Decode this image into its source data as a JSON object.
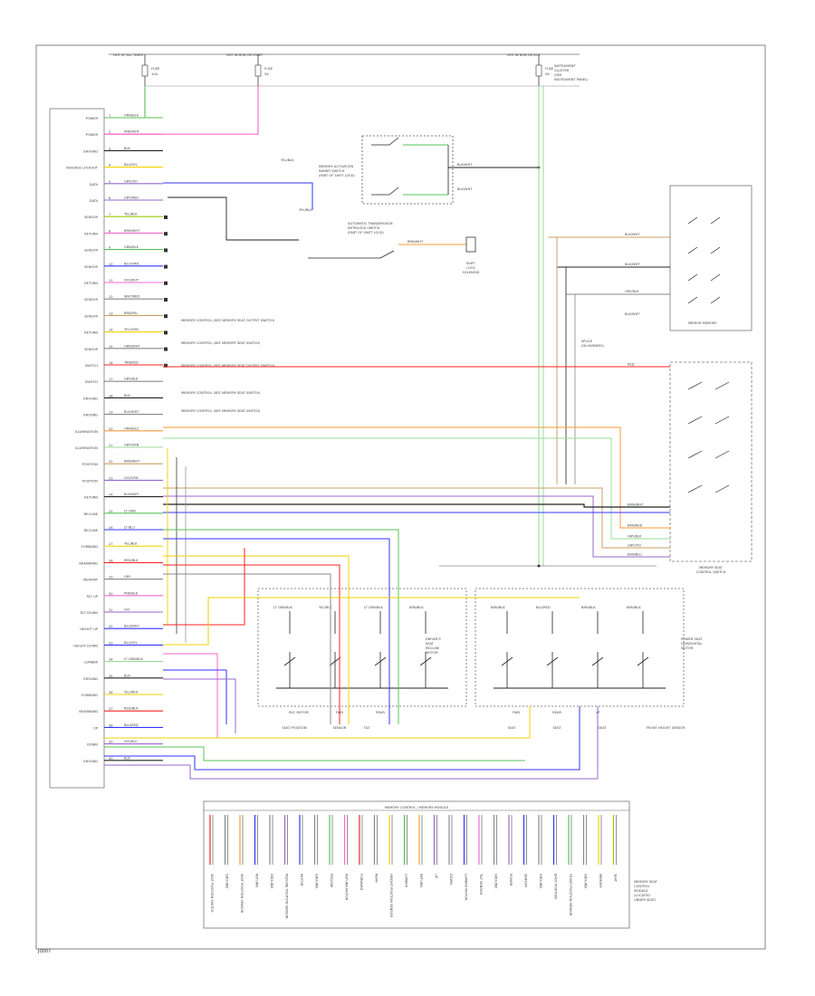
{
  "footer": {
    "code": "J0007"
  },
  "colors": {
    "frame": "#666666",
    "wire_default": "#222222",
    "green": "#55c455",
    "pink": "#ff66cc",
    "yellow": "#f2d200",
    "blue": "#3333ff",
    "red": "#ff2222",
    "orange": "#ff9933",
    "tan": "#c8a060",
    "light_green": "#99dd99",
    "violet": "#9966cc",
    "grey": "#888888",
    "lime": "#99cc00"
  },
  "top_bus": {
    "sources": [
      {
        "label": "HOT AT ALL TIMES"
      },
      {
        "label": "HOT IN RUN OR START"
      },
      {
        "label": "HOT IN RUN OR ACC"
      }
    ],
    "fuse_blocks": [
      {
        "lines": [
          "FUSE",
          "10A"
        ]
      },
      {
        "lines": [
          "FUSE",
          "5A"
        ]
      },
      {
        "lines": [
          "FUSE",
          "5A"
        ]
      }
    ],
    "note_lines": [
      "INSTRUMENT",
      "CLUSTER",
      "(SEE",
      "INSTRUMENT PANEL)"
    ]
  },
  "left_module": {
    "pins": [
      {
        "label": "POWER",
        "wire": "ORN/BLK",
        "color": "green"
      },
      {
        "label": "POWER",
        "wire": "PNK/WHT",
        "color": "pink"
      },
      {
        "label": "GROUND",
        "wire": "BLK",
        "color": "wire_default"
      },
      {
        "label": "REVERSE LOCKOUT",
        "wire": "BLU/YEL",
        "color": "yellow"
      },
      {
        "label": "DATA",
        "wire": "GRY/VIO",
        "color": "violet"
      },
      {
        "label": "DATA",
        "wire": "GRY/RED",
        "color": "violet"
      },
      {
        "label": "SENSOR",
        "wire": "YEL/BLK",
        "color": "lime"
      },
      {
        "label": "RETURN",
        "wire": "BRN/WHT",
        "color": "pink"
      },
      {
        "label": "SENSOR",
        "wire": "GRN/BLK",
        "color": "green"
      },
      {
        "label": "SENSOR",
        "wire": "BLU/ORN",
        "color": "blue"
      },
      {
        "label": "RETURN",
        "wire": "VIO/WHT",
        "color": "pink"
      },
      {
        "label": "SENSOR",
        "wire": "WHT/RED",
        "color": "grey"
      },
      {
        "label": "SENSOR",
        "wire": "BRN/YEL",
        "color": "tan"
      },
      {
        "label": "RETURN",
        "wire": "YEL/GRN",
        "color": "yellow"
      },
      {
        "label": "SENSOR",
        "wire": "GRN/WHT",
        "color": "grey"
      },
      {
        "label": "SWITCH",
        "wire": "TAN/RED",
        "color": "red"
      },
      {
        "label": "SWITCH",
        "wire": "GRY/BLK",
        "color": "grey"
      },
      {
        "label": "GROUND",
        "wire": "BLK",
        "color": "wire_default"
      },
      {
        "label": "GROUND",
        "wire": "BLK/WHT",
        "color": "grey"
      },
      {
        "label": "ILLUMINATION",
        "wire": "ORN/BLU",
        "color": "orange"
      },
      {
        "label": "ILLUMINATION",
        "wire": "GRY/GRN",
        "color": "light_green"
      },
      {
        "label": "POSITION",
        "wire": "BRN/WHT",
        "color": "tan"
      },
      {
        "label": "POSITION",
        "wire": "VIO/ORN",
        "color": "violet"
      },
      {
        "label": "RETURN",
        "wire": "BLK/WHT",
        "color": "wire_default"
      },
      {
        "label": "RECLINE",
        "wire": "LT GRN",
        "color": "green"
      },
      {
        "label": "RECLINE",
        "wire": "LT BLU",
        "color": "blue"
      },
      {
        "label": "FORWARD",
        "wire": "YEL/BLK",
        "color": "yellow"
      },
      {
        "label": "REARWARD",
        "wire": "RED/BLK",
        "color": "red"
      },
      {
        "label": "MEMORY",
        "wire": "GRY",
        "color": "grey"
      },
      {
        "label": "TILT UP",
        "wire": "PNK/BLK",
        "color": "pink"
      },
      {
        "label": "TILT DOWN",
        "wire": "VIO",
        "color": "violet"
      },
      {
        "label": "HEIGHT UP",
        "wire": "BLU/WHT",
        "color": "blue"
      },
      {
        "label": "HEIGHT DOWN",
        "wire": "BLU/YEL",
        "color": "blue"
      },
      {
        "label": "LUMBAR",
        "wire": "LT GRN/BLK",
        "color": "light_green"
      },
      {
        "label": "GROUND",
        "wire": "BLK",
        "color": "wire_default"
      },
      {
        "label": "FORWARD",
        "wire": "YEL/RED",
        "color": "yellow"
      },
      {
        "label": "REARWARD",
        "wire": "RED/BLK",
        "color": "red"
      },
      {
        "label": "UP",
        "wire": "BLU/RED",
        "color": "blue"
      },
      {
        "label": "DOWN",
        "wire": "VIO/BLU",
        "color": "violet"
      },
      {
        "label": "GROUND",
        "wire": "BLK",
        "color": "wire_default"
      }
    ]
  },
  "inhibit_switch": {
    "lines": [
      "MEMORY ACTIVATION",
      "INHIBIT SWITCH",
      "(PART OF SHIFT LOCK)"
    ],
    "wires": [
      "YEL/BLK",
      "BLK/WHT",
      "YEL/BLK",
      "BLK/WHT"
    ]
  },
  "trans_switch": {
    "lines": [
      "AUTOMATIC TRANSMISSION",
      "INTERLOCK SWITCH",
      "(PART OF SHIFT LOCK)"
    ],
    "wire": "BRN/WHT"
  },
  "relay": {
    "lines": [
      "SHIFT",
      "LOCK",
      "SOLENOID"
    ]
  },
  "module_groups": [
    "MEMORY CONTROL (SEE MEMORY SEAT OUTPUT SWITCH)",
    "MEMORY CONTROL (SEE MEMORY SEAT SWITCH)",
    "MEMORY CONTROL (SEE MEMORY SEAT OUTPUT SWITCH)",
    "MEMORY CONTROL (SEE MEMORY SEAT SWITCH)",
    "MEMORY CONTROL (SEE MEMORY SEAT SWITCH)"
  ],
  "right_box_top": {
    "title": "MIRROR MEMORY",
    "wires": [
      "BLK/WHT",
      "BLK/WHT",
      "GRY/BLK",
      "BLK/WHT"
    ]
  },
  "right_box_bottom": {
    "lines": [
      "MEMORY SEAT",
      "CONTROL SWITCH"
    ],
    "wires": [
      "RED",
      "BRN/WHT",
      "BRN/RED",
      "GRY/BLK",
      "GRY/VIO",
      "BRN/BLU"
    ]
  },
  "splice_label": [
    "SPLICE",
    "(IN HARNESS)"
  ],
  "switch_bank_a": {
    "wires": [
      "LT GRN/BLK",
      "YEL/BLK",
      "LT GRN/BLK",
      "BRN/BLK"
    ],
    "lines": [
      "DRIVER'S",
      "SEAT",
      "RECLINE",
      "MOTOR"
    ],
    "bottom": [
      "REC MOTOR",
      "FWD",
      "REAR"
    ]
  },
  "switch_bank_b": {
    "wires": [
      "BRN/BLK",
      "BLU/RED",
      "BRN/BLK",
      "BRN/BLK"
    ],
    "lines": [
      "POWER SEAT",
      "HORIZONTAL",
      "MOTOR"
    ],
    "bottom": [
      "FWD",
      "REAR",
      "UP"
    ]
  },
  "bottom_labels": [
    "SEAT POSITION",
    "SENSOR",
    "TILT",
    "SEAT",
    "SEAT",
    "SEAT",
    "FRONT HEIGHT SENSOR"
  ],
  "grid_header": "MEMORY CONTROL / MEMORY MODULE",
  "grid_cols": [
    {
      "color": "red",
      "text": "SEAT POSITION SWITCH"
    },
    {
      "color": "grey",
      "text": "GROUND"
    },
    {
      "color": "orange",
      "text": "SEAT POSITION SENSOR"
    },
    {
      "color": "blue",
      "text": "RETURN"
    },
    {
      "color": "grey",
      "text": "GROUND"
    },
    {
      "color": "violet",
      "text": "RECLINE POSITION SENSOR"
    },
    {
      "color": "blue",
      "text": "MOTOR"
    },
    {
      "color": "grey",
      "text": "GROUND"
    },
    {
      "color": "green",
      "text": "RECLINE"
    },
    {
      "color": "pink",
      "text": "RETURN MOTOR"
    },
    {
      "color": "red",
      "text": "FORWARD"
    },
    {
      "color": "grey",
      "text": "REAR"
    },
    {
      "color": "yellow",
      "text": "HEIGHT POSITION SENSOR"
    },
    {
      "color": "green",
      "text": "LUMBAR"
    },
    {
      "color": "orange",
      "text": "RETURN"
    },
    {
      "color": "violet",
      "text": "UP"
    },
    {
      "color": "grey",
      "text": "DOWN"
    },
    {
      "color": "blue",
      "text": "LUMBAR MOTOR"
    },
    {
      "color": "pink",
      "text": "TILT SENSOR"
    },
    {
      "color": "grey",
      "text": "GROUND"
    },
    {
      "color": "violet",
      "text": "POWER"
    },
    {
      "color": "blue",
      "text": "SENSOR"
    },
    {
      "color": "grey",
      "text": "GROUND"
    },
    {
      "color": "blue",
      "text": "BACK POSITION"
    },
    {
      "color": "green",
      "text": "FRONT POSITION SENSOR"
    },
    {
      "color": "grey",
      "text": "GROUND"
    },
    {
      "color": "yellow",
      "text": "MEMORY"
    },
    {
      "color": "lime",
      "text": "SEAT"
    }
  ],
  "grid_right_note": [
    "MEMORY SEAT",
    "CONTROL",
    "MODULE",
    "(LOCATED",
    "UNDER SEAT)"
  ]
}
